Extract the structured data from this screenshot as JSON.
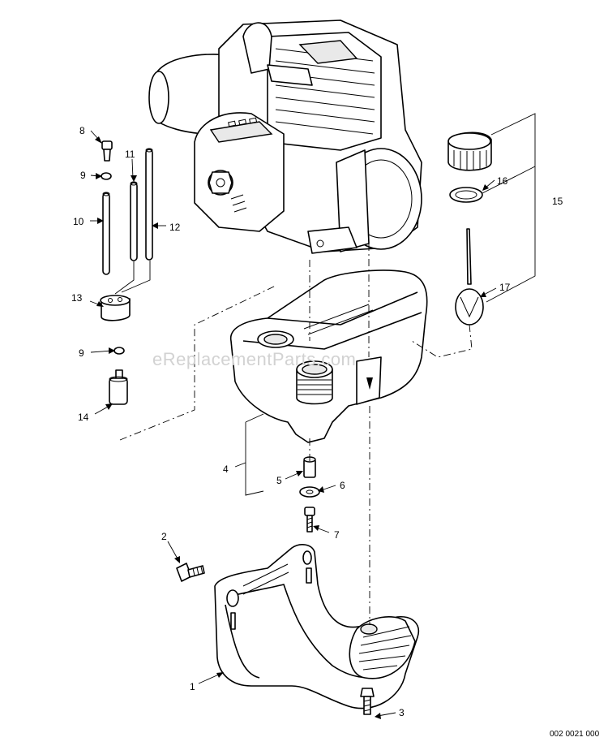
{
  "watermark": "eReplacementParts.com",
  "drawing_number": "002 0021 000",
  "callouts": {
    "c1": "1",
    "c2": "2",
    "c3": "3",
    "c4": "4",
    "c5": "5",
    "c6": "6",
    "c7": "7",
    "c8": "8",
    "c9a": "9",
    "c9b": "9",
    "c10": "10",
    "c11": "11",
    "c12": "12",
    "c13": "13",
    "c14": "14",
    "c15": "15",
    "c16": "16",
    "c17": "17"
  },
  "colors": {
    "line": "#000000",
    "watermark": "#d2d2d2",
    "background": "#ffffff"
  }
}
